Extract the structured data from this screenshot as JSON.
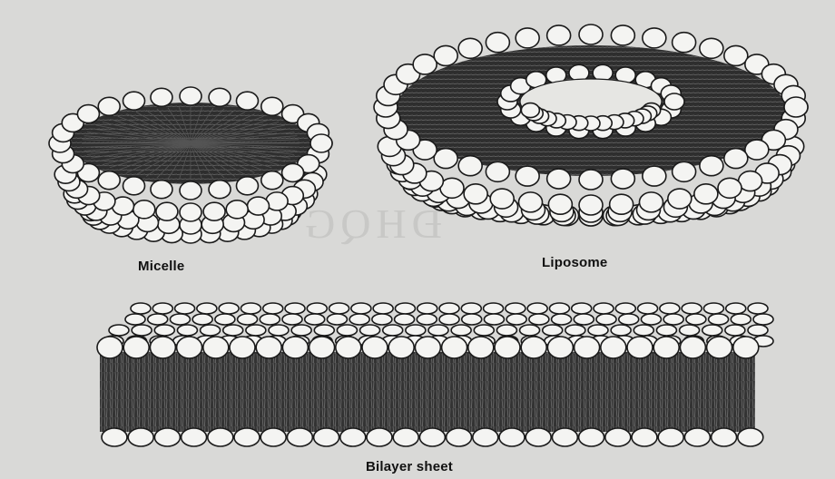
{
  "labels": {
    "micelle": "Micelle",
    "liposome": "Liposome",
    "bilayer": "Bilayer sheet"
  },
  "colors": {
    "background": "#d9d9d7",
    "head_fill": "#f4f4f2",
    "head_stroke": "#1a1a1a",
    "tail_region": "#2b2b2b"
  }
}
